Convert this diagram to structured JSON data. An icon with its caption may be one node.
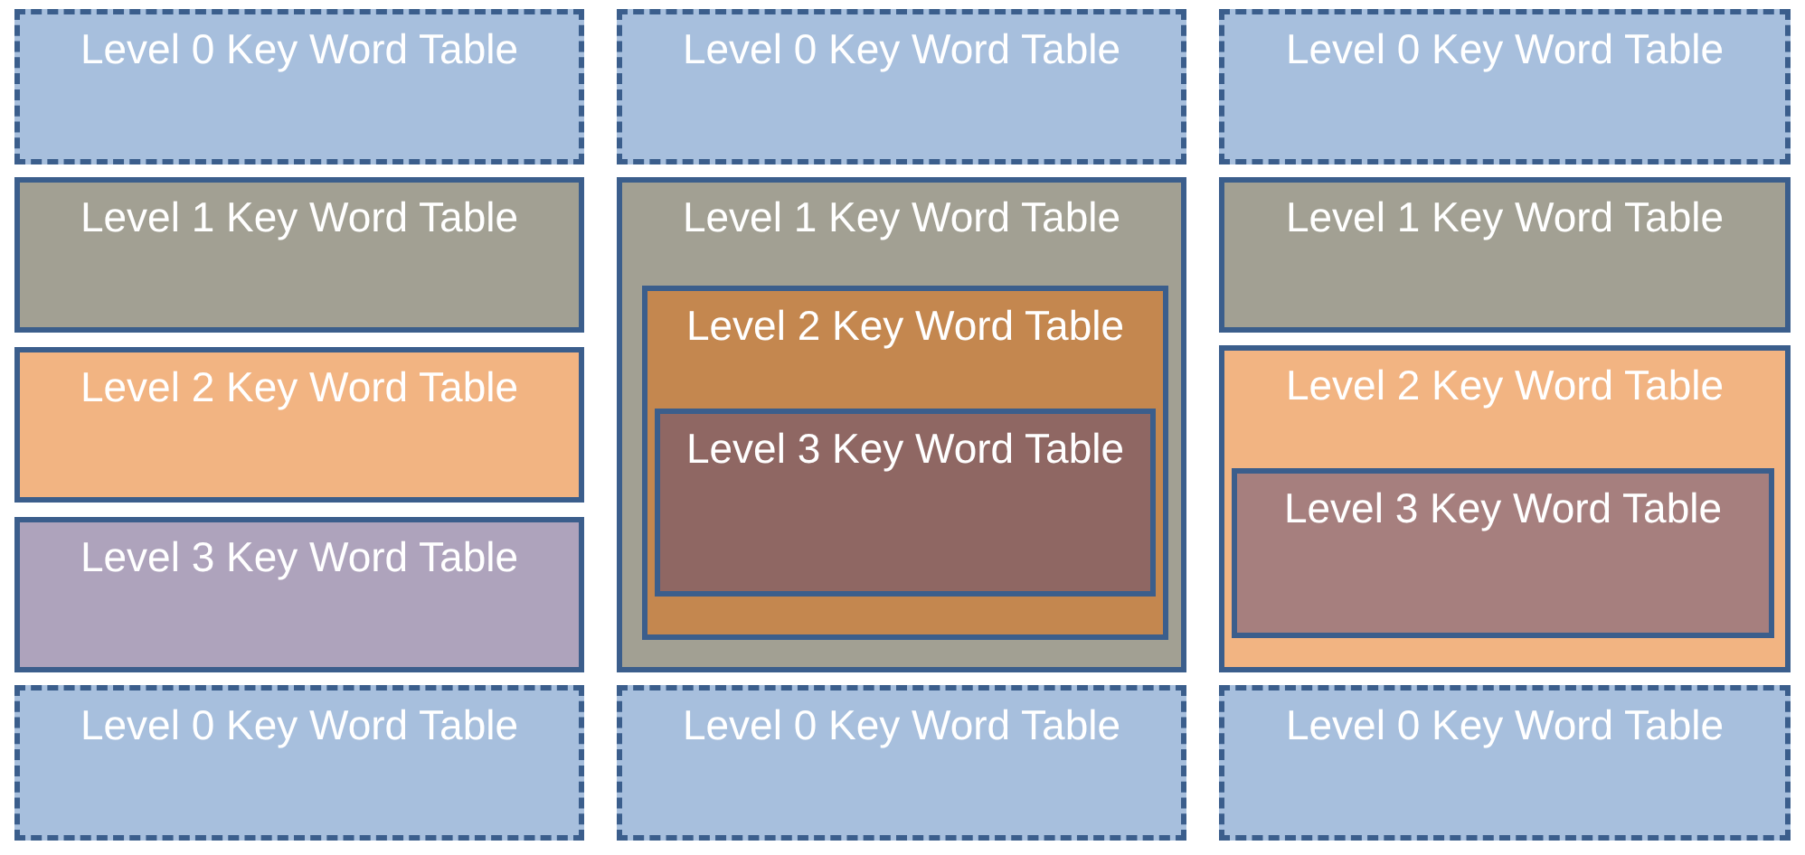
{
  "diagram": {
    "nodes": [
      {
        "text": [
          "Level 0 Key Word Table"
        ]
      },
      {
        "text": [
          "Level 1 Key Word Table"
        ]
      },
      {
        "text": [
          "Level 2 Key Word Table"
        ]
      },
      {
        "text": [
          "Level 3 Key Word Table"
        ]
      },
      {
        "text": [
          "Level 0 Key Word Table"
        ]
      },
      {
        "text": [
          "Level 0 Key Word Table"
        ]
      },
      {
        "text": [
          "Level 1 Key Word Table"
        ]
      },
      {
        "text": [
          "Level 2 Key Word Table"
        ],
        "in": 6
      },
      {
        "text": [
          "Level 3 Key Word Table"
        ],
        "in": 7
      },
      {
        "text": [
          "Level 0 Key Word Table"
        ]
      },
      {
        "text": [
          "Level 0 Key Word Table"
        ]
      },
      {
        "text": [
          "Level 1 Key Word Table"
        ]
      },
      {
        "text": [
          "Level 2 Key Word Table"
        ]
      },
      {
        "text": [
          "Level 3 Key Word Table"
        ],
        "in": 12
      },
      {
        "text": [
          "Level 0 Key Word Table"
        ]
      }
    ],
    "edges": []
  }
}
